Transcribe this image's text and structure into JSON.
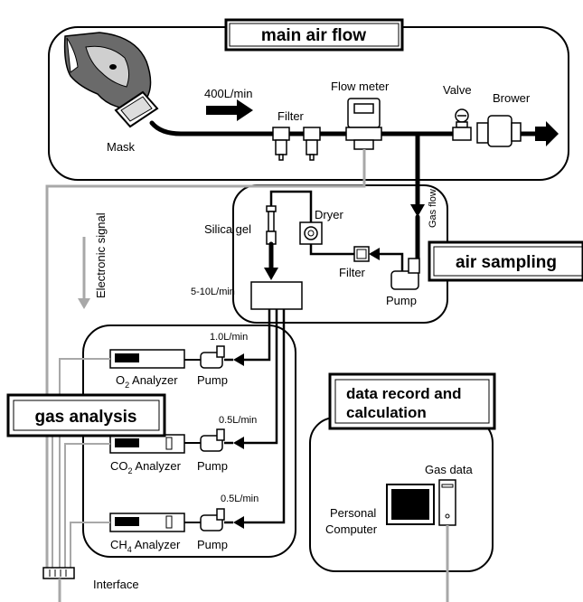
{
  "sections": {
    "main_air_flow": "main air flow",
    "air_sampling": "air sampling",
    "gas_analysis": "gas analysis",
    "data_record_line1": "data record and",
    "data_record_line2": "calculation"
  },
  "main_flow": {
    "rate": "400L/min",
    "mask": "Mask",
    "filter": "Filter",
    "flow_meter": "Flow meter",
    "valve": "Valve",
    "blower": "Brower"
  },
  "sampling": {
    "silica_gel": "Silica gel",
    "dryer": "Dryer",
    "filter": "Filter",
    "pump": "Pump",
    "rate": "5-10L/min",
    "gas_flow": "Gas flow"
  },
  "analysis": {
    "electronic_signal": "Electronic signal",
    "o2_prefix": "O",
    "o2_sub": "2",
    "o2_suffix": " Analyzer",
    "o2_rate": "1.0L/min",
    "co2_prefix": "CO",
    "co2_sub": "2",
    "co2_suffix": " Analyzer",
    "co2_rate": "0.5L/min",
    "ch4_prefix": "CH",
    "ch4_sub": "4",
    "ch4_suffix": " Analyzer",
    "ch4_rate": "0.5L/min",
    "pump": "Pump",
    "interface": "Interface"
  },
  "data_record": {
    "gas_data": "Gas data",
    "pc_line1": "Personal",
    "pc_line2": "Computer"
  }
}
